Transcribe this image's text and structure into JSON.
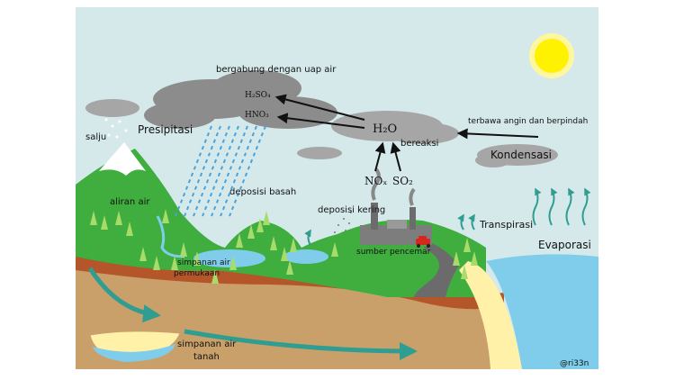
{
  "labels": {
    "bergabung": "bergabung dengan uap air",
    "h2so4": "H₂SO₄",
    "hno3": "HNO₃",
    "h2o": "H₂O",
    "bereaksi": "bereaksi",
    "terbawa": "terbawa angin dan berpindah",
    "kondensasi": "Kondensasi",
    "salju": "salju",
    "presipitasi": "Presipitasi",
    "deposisi_basah": "deposisi basah",
    "aliran_air": "aliran air",
    "nox": "NOₓ",
    "so2": "SO₂",
    "deposisi_kering": "deposisi kering",
    "transpirasi": "Transpirasi",
    "evaporasi": "Evaporasi",
    "sumber_pencemar": "sumber pencemar",
    "simpanan_permukaan_1": "simpanan air",
    "simpanan_permukaan_2": "permukaan",
    "simpanan_tanah_1": "simpanan air",
    "simpanan_tanah_2": "tanah",
    "signature": "@ri33n"
  },
  "colors": {
    "sky": "#d5e9ea",
    "cloud_dark": "#8c8c8c",
    "cloud_light": "#a6a6a6",
    "sun": "#fff200",
    "grass": "#3fae3f",
    "soil": "#c9a06a",
    "soil_layer": "#b5562a",
    "sea": "#7fcdea",
    "sand": "#fff1a8",
    "arrow_flow": "#2f9d91",
    "rain": "#4aa3dd"
  },
  "icons": [
    "sun-icon",
    "factory-icon",
    "car-icon",
    "tree-icon"
  ]
}
